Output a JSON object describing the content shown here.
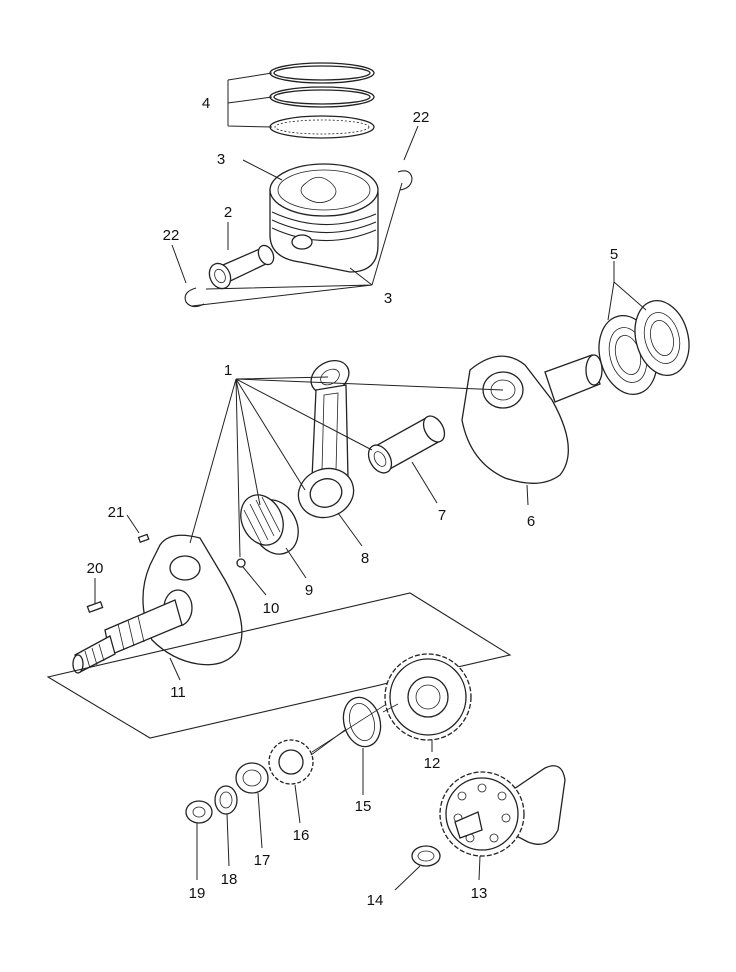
{
  "diagram": {
    "type": "exploded-parts-view",
    "callouts": [
      {
        "id": "1",
        "label": "1"
      },
      {
        "id": "2",
        "label": "2"
      },
      {
        "id": "3a",
        "label": "3"
      },
      {
        "id": "3b",
        "label": "3"
      },
      {
        "id": "4",
        "label": "4"
      },
      {
        "id": "5",
        "label": "5"
      },
      {
        "id": "6",
        "label": "6"
      },
      {
        "id": "7",
        "label": "7"
      },
      {
        "id": "8",
        "label": "8"
      },
      {
        "id": "9",
        "label": "9"
      },
      {
        "id": "10",
        "label": "10"
      },
      {
        "id": "11",
        "label": "11"
      },
      {
        "id": "12",
        "label": "12"
      },
      {
        "id": "13",
        "label": "13"
      },
      {
        "id": "14",
        "label": "14"
      },
      {
        "id": "15",
        "label": "15"
      },
      {
        "id": "16",
        "label": "16"
      },
      {
        "id": "17",
        "label": "17"
      },
      {
        "id": "18",
        "label": "18"
      },
      {
        "id": "19",
        "label": "19"
      },
      {
        "id": "20",
        "label": "20"
      },
      {
        "id": "21",
        "label": "21"
      },
      {
        "id": "22a",
        "label": "22"
      },
      {
        "id": "22b",
        "label": "22"
      }
    ]
  }
}
